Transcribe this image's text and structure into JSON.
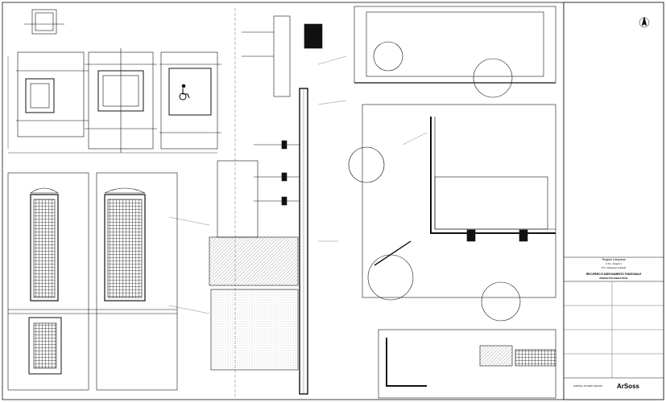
{
  "title_block": {
    "client_line1": "Regione Campania",
    "client_line2": "A.S.L. Napoli 1",
    "client_line3": "P.O. Giuseppe Castelli",
    "project_line1": "RECUPERO E ADEGUAMENTO FUNZIONALE",
    "project_line2": "PROGETTO ESECUTIVO",
    "logo": "ArSoss",
    "company": "CAPITAL STUDIO GROUP"
  },
  "icons": [
    "wheelchair-accessibility-icon",
    "north-arrow-icon"
  ],
  "colors": {
    "line": "#111111",
    "paper": "#ffffff",
    "hatch": "#444444"
  }
}
